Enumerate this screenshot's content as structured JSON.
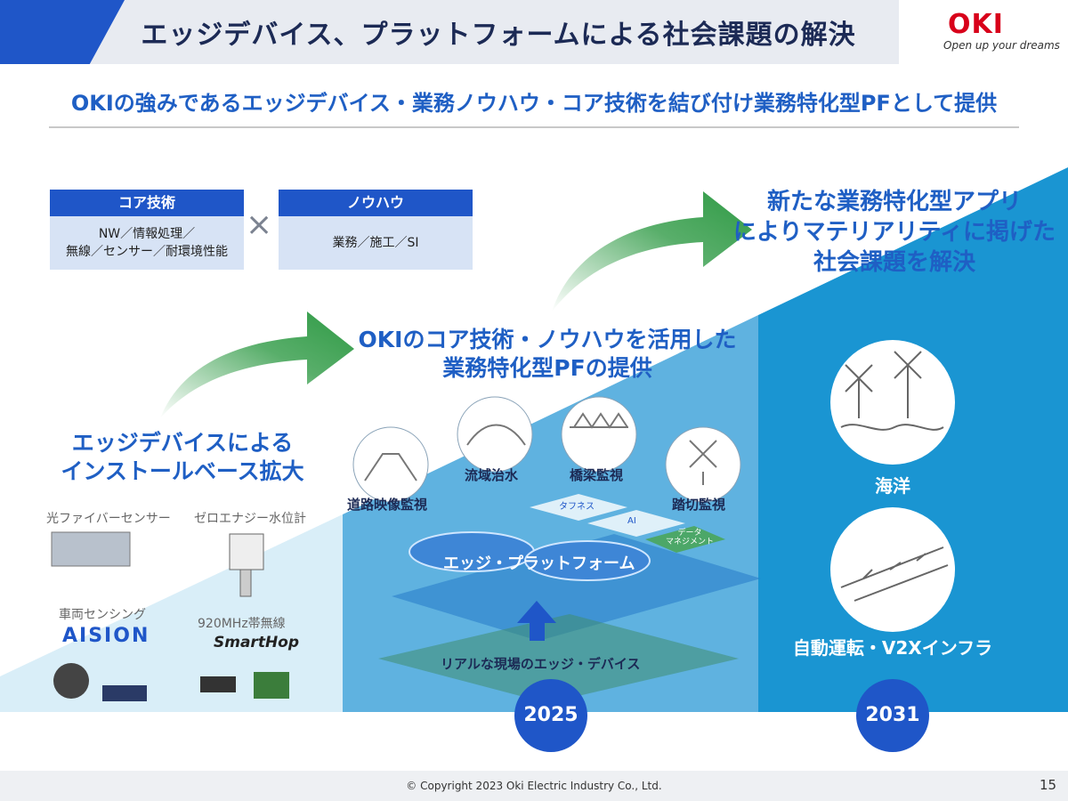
{
  "header": {
    "title": "エッジデバイス、プラットフォームによる社会課題の解決",
    "logo": "OKI",
    "slogan": "Open up your dreams"
  },
  "subtitle": "OKIの強みであるエッジデバイス・業務ノウハウ・コア技術を結び付け業務特化型PFとして提供",
  "core_box": {
    "head": "コア技術",
    "line1": "NW／情報処理／",
    "line2": "無線／センサー／耐環境性能"
  },
  "knowhow_box": {
    "head": "ノウハウ",
    "body": "業務／施工／SI"
  },
  "times": "×",
  "stage1": {
    "title1": "エッジデバイスによる",
    "title2": "インストールベース拡大",
    "devices": {
      "fiber": "光ファイバーセンサー",
      "zero": "ゼロエナジー水位計",
      "vehicle": "車両センシング",
      "aision": "AISION",
      "mhz": "920MHz帯無線",
      "smarthop": "SmartHop"
    }
  },
  "stage2": {
    "title1": "OKIのコア技術・ノウハウを活用した",
    "title2": "業務特化型PFの提供",
    "apps": {
      "road": "道路映像監視",
      "river": "流域治水",
      "bridge": "橋梁監視",
      "crossing": "踏切監視"
    },
    "tiles": {
      "tafness": "タフネス",
      "ai": "AI",
      "data1": "データ",
      "data2": "マネジメント"
    },
    "platform": "エッジ・プラットフォーム",
    "field": "リアルな現場のエッジ・デバイス",
    "year": "2025"
  },
  "stage3": {
    "title1": "新たな業務特化型アプリ",
    "title2": "によりマテリアリティに掲げた",
    "title3": "社会課題を解決",
    "ocean": "海洋",
    "auto": "自動運転・V2Xインフラ",
    "year": "2031"
  },
  "footer": {
    "copyright": "© Copyright 2023 Oki Electric Industry Co., Ltd.",
    "page": "15"
  },
  "colors": {
    "brand_blue": "#1f56c8",
    "arrow_green": "#2f9a45",
    "oki_red": "#d8001a",
    "stage_light": "#d9eef8",
    "stage_mid": "#5fb2e0",
    "stage_dark": "#1a95d2"
  }
}
